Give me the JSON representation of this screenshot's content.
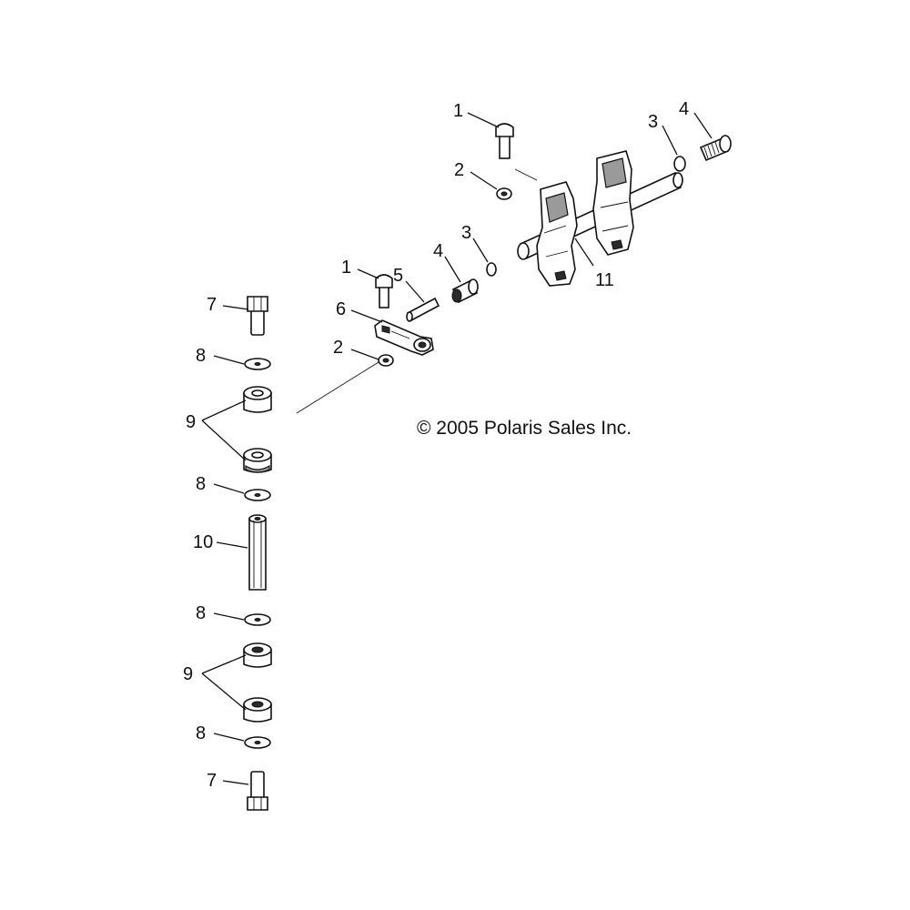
{
  "diagram": {
    "copyright": "© 2005 Polaris Sales Inc.",
    "callouts": [
      {
        "id": "c1a",
        "text": "1"
      },
      {
        "id": "c2a",
        "text": "2"
      },
      {
        "id": "c3a",
        "text": "3"
      },
      {
        "id": "c4a",
        "text": "4"
      },
      {
        "id": "c3b",
        "text": "3"
      },
      {
        "id": "c4b",
        "text": "4"
      },
      {
        "id": "c1b",
        "text": "1"
      },
      {
        "id": "c5",
        "text": "5"
      },
      {
        "id": "c6",
        "text": "6"
      },
      {
        "id": "c2b",
        "text": "2"
      },
      {
        "id": "c11",
        "text": "11"
      },
      {
        "id": "c7a",
        "text": "7"
      },
      {
        "id": "c8a",
        "text": "8"
      },
      {
        "id": "c9a",
        "text": "9"
      },
      {
        "id": "c8b",
        "text": "8"
      },
      {
        "id": "c10",
        "text": "10"
      },
      {
        "id": "c8c",
        "text": "8"
      },
      {
        "id": "c9b",
        "text": "9"
      },
      {
        "id": "c8d",
        "text": "8"
      },
      {
        "id": "c7b",
        "text": "7"
      }
    ]
  }
}
